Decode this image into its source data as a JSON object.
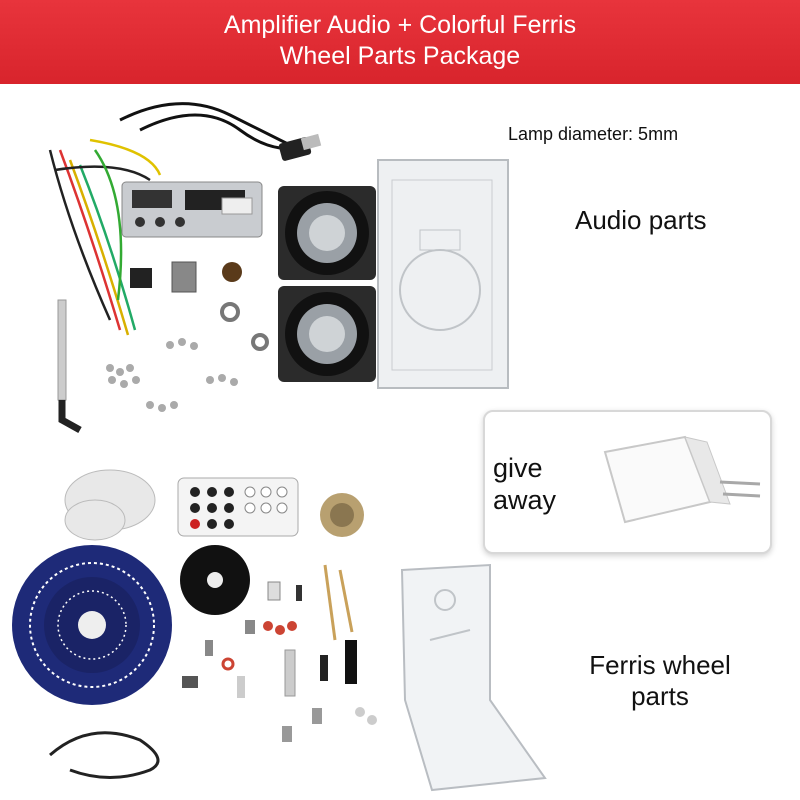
{
  "banner": {
    "line1": "Amplifier Audio + Colorful Ferris",
    "line2": "Wheel Parts Package",
    "color": "#dc2a30"
  },
  "labels": {
    "lamp": "Lamp diameter: 5mm",
    "audio": "Audio parts",
    "give_line1": "give",
    "give_line2": "away",
    "ferris_line1": "Ferris wheel",
    "ferris_line2": "parts"
  },
  "icons": {
    "speaker": "speaker-icon",
    "ferris_wheel": "ferris-wheel-icon",
    "charger": "usb-charger-icon",
    "remote": "remote-control-icon",
    "motor": "motor-icon"
  }
}
